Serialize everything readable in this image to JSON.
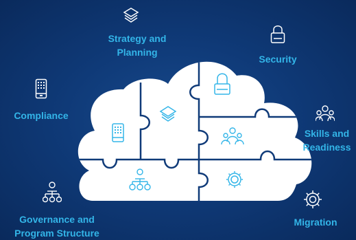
{
  "topics": [
    {
      "line1": "Strategy and",
      "line2": "Planning",
      "icon": "layers-icon"
    },
    {
      "line1": "Security",
      "line2": "",
      "icon": "lock-icon"
    },
    {
      "line1": "Compliance",
      "line2": "",
      "icon": "mobile-device-icon"
    },
    {
      "line1": "Skills and",
      "line2": "Readiness",
      "icon": "team-icon"
    },
    {
      "line1": "Governance and",
      "line2": "Program Structure",
      "icon": "org-chart-icon"
    },
    {
      "line1": "Migration",
      "line2": "",
      "icon": "gear-icon"
    }
  ],
  "colors": {
    "background": "#0f3a78",
    "accent": "#33b5e8",
    "cloud": "#ffffff",
    "puzzle_line": "#0f3a78"
  }
}
